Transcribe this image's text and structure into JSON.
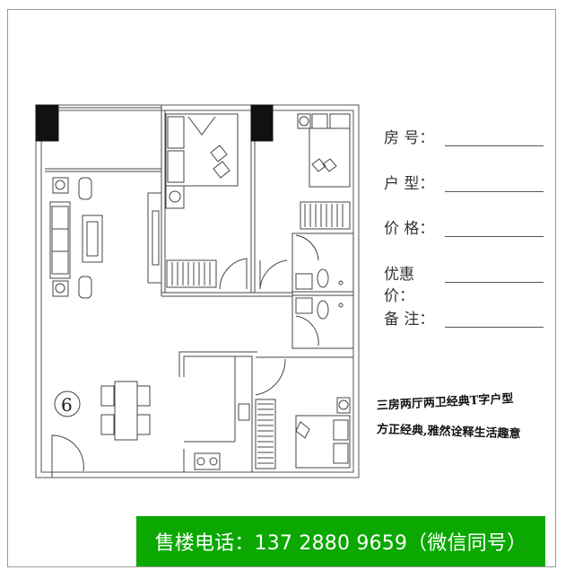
{
  "colors": {
    "banner_bg": "#0aa800",
    "banner_text": "#ffffff",
    "frame_border": "#9a9a9a",
    "wall": "#333333",
    "column": "#111111"
  },
  "floorplan": {
    "unit_number": "6",
    "rooms": [
      "living-room",
      "dining-area",
      "kitchen",
      "bedroom-1",
      "bedroom-2",
      "bedroom-3",
      "bathroom-1",
      "bathroom-2",
      "balcony"
    ]
  },
  "form": {
    "fields": [
      {
        "label": "房 号：",
        "value": ""
      },
      {
        "label": "户 型：",
        "value": ""
      },
      {
        "label": "价 格：",
        "value": ""
      },
      {
        "label": "优惠价：",
        "value": ""
      },
      {
        "label": "备 注：",
        "value": ""
      }
    ]
  },
  "slogan": {
    "line1": "三房两厅两卫经典T字户型",
    "line2": "方正经典,雅然诠释生活趣意"
  },
  "banner": {
    "text": "售楼电话：137 2880 9659（微信同号）"
  }
}
